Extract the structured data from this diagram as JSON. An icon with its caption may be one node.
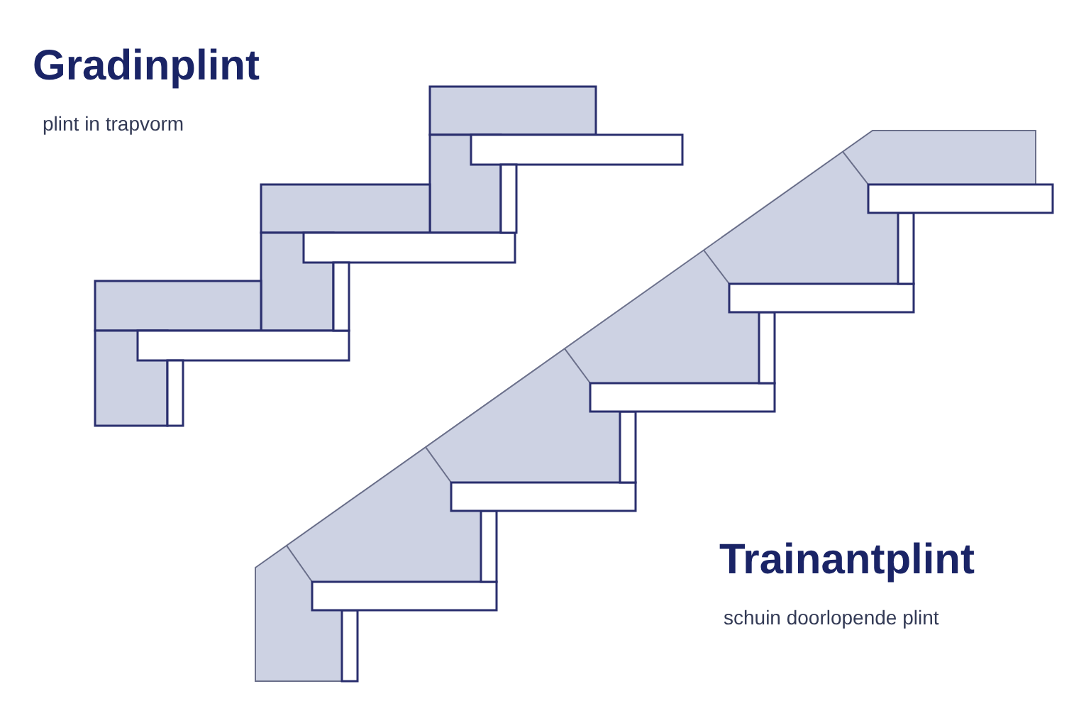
{
  "diagram": {
    "labels": [
      "Gradinplint",
      "plint in trapvorm",
      "Trainantplint",
      "schuin doorlopende plint"
    ]
  }
}
